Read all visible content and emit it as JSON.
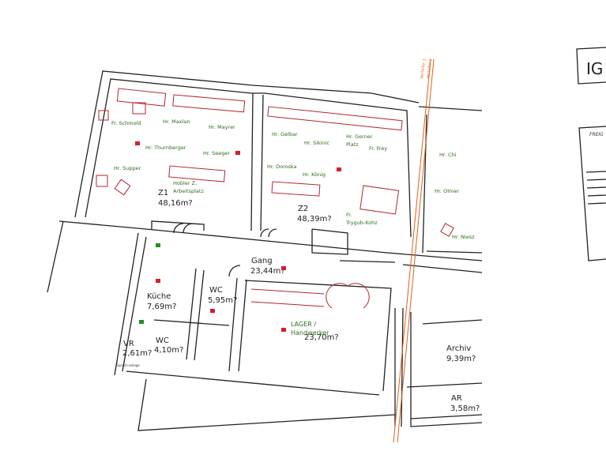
{
  "rooms": {
    "z1": {
      "name": "Z1",
      "area": "48,16m?"
    },
    "z2": {
      "name": "Z2",
      "area": "48,39m?"
    },
    "gang": {
      "name": "Gang",
      "area": "23,44m?"
    },
    "kueche": {
      "name": "Küche",
      "area": "7,69m?"
    },
    "wc1": {
      "name": "WC",
      "area": "5,95m?"
    },
    "wc2": {
      "name": "WC",
      "area": "4,10m?"
    },
    "vr": {
      "name": "VR",
      "area": "2,61m?"
    },
    "lager": {
      "name": "LAGER /",
      "name2": "Handwerker",
      "area": "23,70m?"
    },
    "archiv": {
      "name": "Archiv",
      "area": "9,39m?"
    },
    "ar": {
      "name": "AR",
      "area": "3,58m?"
    }
  },
  "workplaces": [
    "Fr. Schmold",
    "Hr. Maxlan",
    "Hr. Thurnberger",
    "Hr. Mayrer",
    "Hr. Seeger",
    "Hr. Supper",
    "Hobler Z.",
    "Arbeitsplatz",
    "Hr. Gelbar",
    "Hr. Sikinic",
    "Hr. Doroska",
    "Hr. König",
    "Hr. Gerner",
    "Platz",
    "Fr. Frey",
    "Fr.",
    "Trygub-Kohz",
    "Hr. Chi",
    "Hr. Olmer",
    "Hr. Niesz"
  ],
  "annotations": {
    "verteiler1": "Verteiler 1",
    "verteiler2": "Verteiler 2",
    "sprechanlage": "Sprech-anlage",
    "title_block": "IG",
    "freigabe": "FREIG"
  }
}
